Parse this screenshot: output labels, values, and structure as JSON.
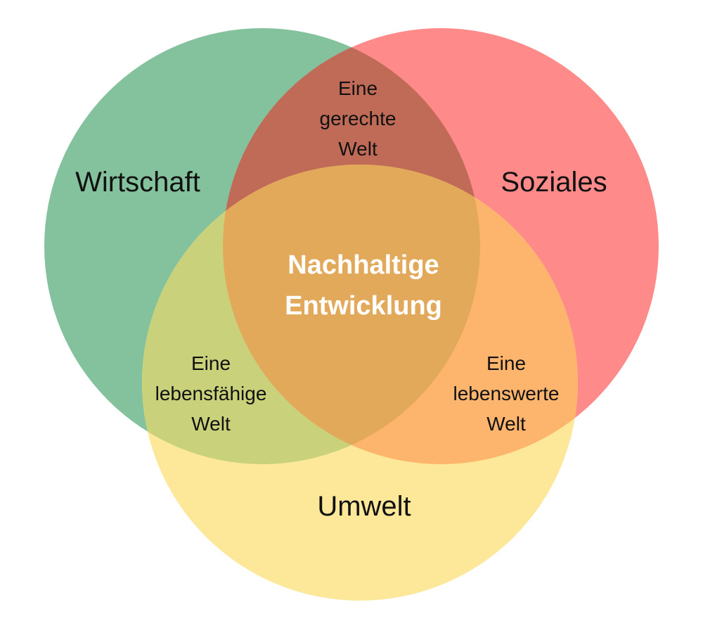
{
  "sets": {
    "economy": {
      "label": "Wirtschaft",
      "color": "#84C29D"
    },
    "social": {
      "label": "Soziales",
      "color": "#FF8A8A"
    },
    "environment": {
      "label": "Umwelt",
      "color": "#FDE89A"
    }
  },
  "intersections": {
    "economy_social": {
      "lines": [
        "Eine",
        "gerechte",
        "Welt"
      ],
      "color": "#C06A58"
    },
    "economy_environment": {
      "lines": [
        "Eine",
        "lebensfähige",
        "Welt"
      ],
      "color": "#C9D27A"
    },
    "social_environment": {
      "lines": [
        "Eine",
        "lebenswerte",
        "Welt"
      ],
      "color": "#FDB56E"
    },
    "all": {
      "lines": [
        "Nachhaltige",
        "Entwicklung"
      ],
      "color": "#E2A95A"
    }
  }
}
